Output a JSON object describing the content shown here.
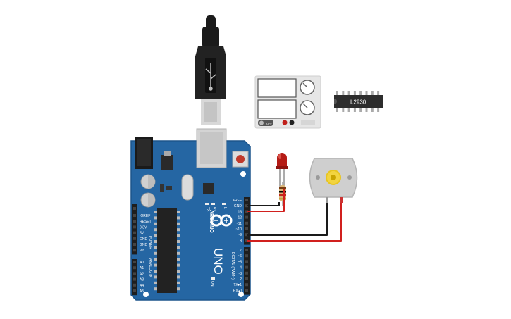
{
  "board": {
    "brand": "ARDUINO",
    "model": "UNO",
    "on_label": "ON",
    "tx_label": "TX",
    "rx_label": "RX",
    "l_label": "L",
    "power_header": "POWER",
    "analog_header": "ANALOG IN",
    "digital_header": "DIGITAL (PWM~)",
    "power_pins": [
      "IOREF",
      "RESET",
      "3.3V",
      "5V",
      "GND",
      "GND",
      "Vin"
    ],
    "analog_pins": [
      "A0",
      "A1",
      "A2",
      "A3",
      "A4",
      "A5"
    ],
    "digital_top_pins": [
      "AREF",
      "GND",
      "13",
      "12",
      "~11",
      "~10",
      "~9",
      "8"
    ],
    "digital_bottom_pins": [
      "7",
      "~6",
      "~5",
      "4",
      "~3",
      "2",
      "TX▸1",
      "RX◂0"
    ]
  },
  "components": {
    "usb_cable": "usb-b-connector",
    "power_supply": {
      "off_label": "OFF"
    },
    "motor_driver": {
      "chip_label": "L2930"
    },
    "led": {
      "color": "#c0201a"
    },
    "resistor": {
      "bands": [
        "#7a3b12",
        "#000000",
        "#c0291c",
        "#c8a040"
      ]
    },
    "dc_motor": "dc-motor"
  },
  "wires": {
    "black": "#1a1a1a",
    "red": "#d1201e"
  },
  "colors": {
    "board": "#2566a3",
    "board_dark": "#1a4d7d",
    "header": "#222222"
  }
}
